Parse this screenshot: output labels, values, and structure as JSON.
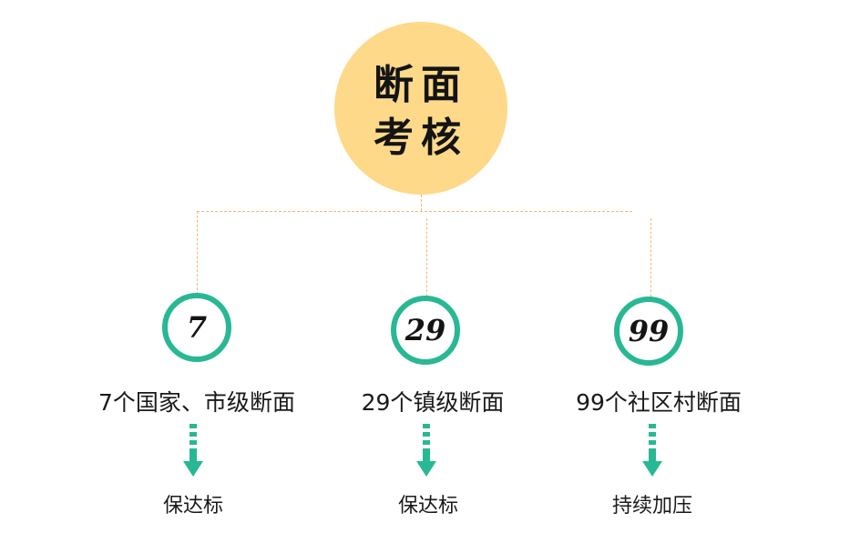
{
  "hub": {
    "line1": "断面",
    "line2": "考核"
  },
  "branches": [
    {
      "number": "7",
      "label": "7个国家、市级断面",
      "result": "保达标"
    },
    {
      "number": "29",
      "label": "29个镇级断面",
      "result": "保达标"
    },
    {
      "number": "99",
      "label": "99个社区村断面",
      "result": "持续加压"
    }
  ],
  "colors": {
    "hub_fill": "#fdd989",
    "accent": "#28b893",
    "connector": "#f0b878",
    "text": "#1a1a1a"
  },
  "icons": [
    "arrow-down-icon"
  ]
}
